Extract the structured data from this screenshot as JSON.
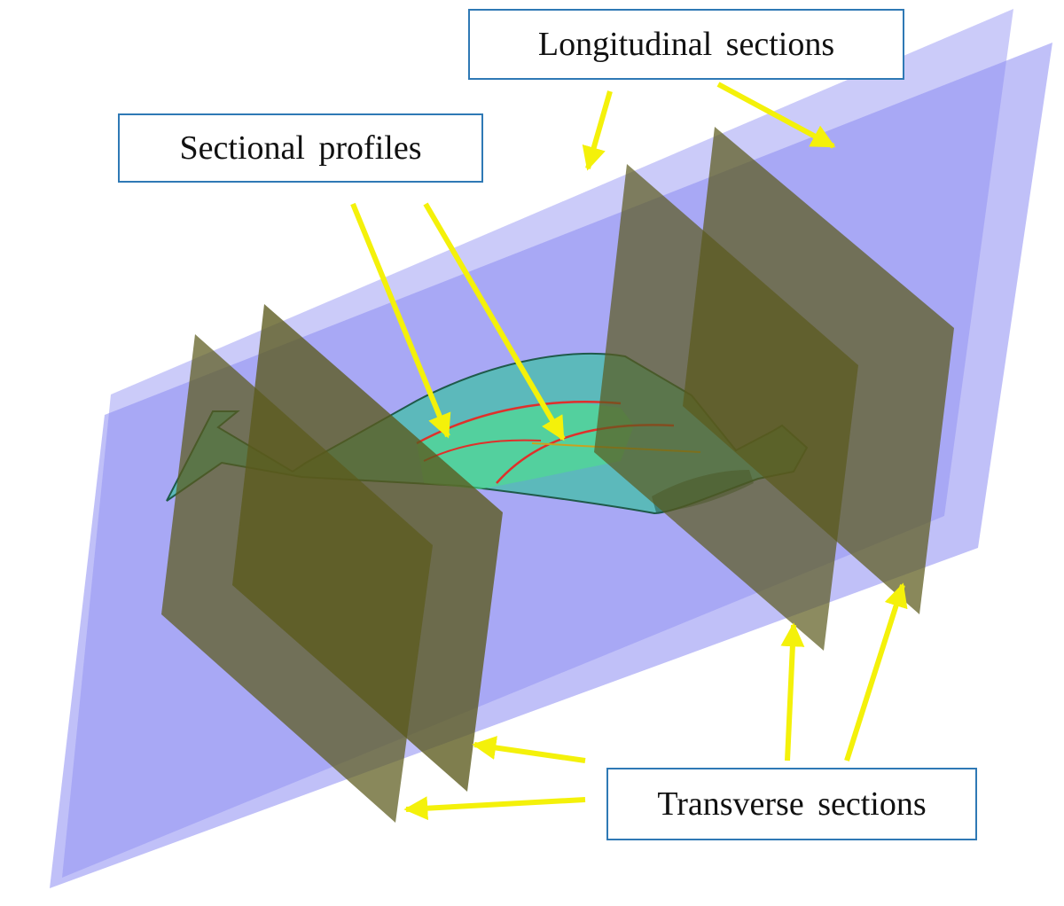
{
  "labels": {
    "longitudinal": "Longitudinal sections",
    "sectional": "Sectional profiles",
    "transverse": "Transverse sections"
  },
  "colors": {
    "longitudinal_plane": "#8c8cf2",
    "transverse_plane": "#5b5a1c",
    "part_surface": "#3fbfa5",
    "profile_curve": "#e0302a",
    "arrow": "#f4f10a",
    "callout_border": "#2f79b5"
  }
}
